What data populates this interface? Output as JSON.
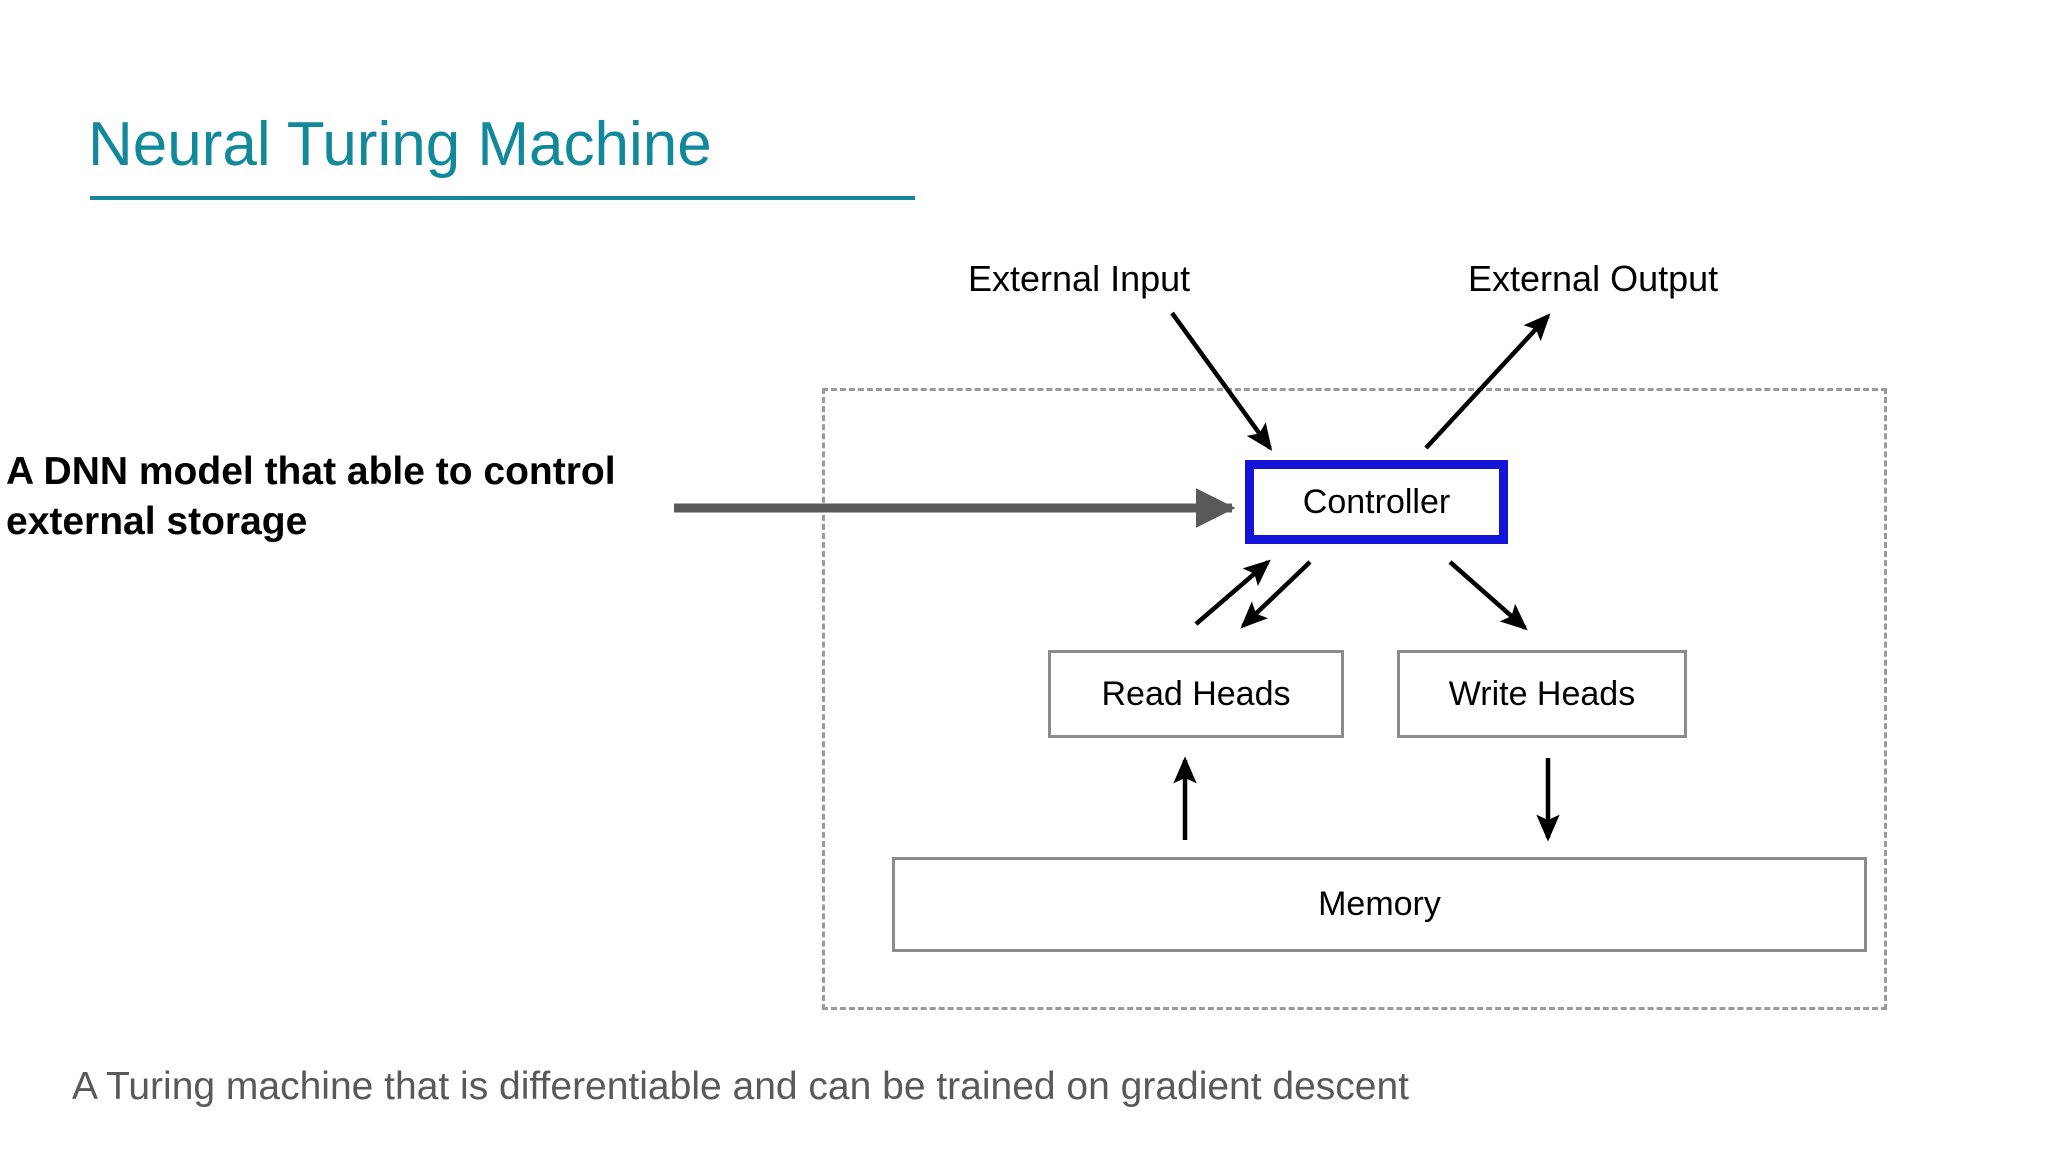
{
  "slide": {
    "title": "Neural Turing Machine",
    "title_color": "#11899b",
    "callout": "A DNN model that able to control external storage",
    "caption": "A Turing machine that is differentiable and can be trained on gradient descent",
    "caption_color": "#595959"
  },
  "diagram": {
    "boundary_style": "dashed",
    "boundary_color": "#9a9a9a",
    "external_labels": {
      "input": "External Input",
      "output": "External Output"
    },
    "nodes": [
      {
        "id": "controller",
        "label": "Controller",
        "border_color": "#1414d8"
      },
      {
        "id": "read_heads",
        "label": "Read Heads",
        "border_color": "#8c8c8c"
      },
      {
        "id": "write_heads",
        "label": "Write Heads",
        "border_color": "#8c8c8c"
      },
      {
        "id": "memory",
        "label": "Memory",
        "border_color": "#8c8c8c"
      }
    ],
    "edges": [
      {
        "from": "external_input",
        "to": "controller",
        "direction": "in"
      },
      {
        "from": "controller",
        "to": "external_output",
        "direction": "out"
      },
      {
        "from": "read_heads",
        "to": "controller",
        "direction": "up"
      },
      {
        "from": "controller",
        "to": "read_heads",
        "direction": "down"
      },
      {
        "from": "controller",
        "to": "write_heads",
        "direction": "down"
      },
      {
        "from": "memory",
        "to": "read_heads",
        "direction": "up"
      },
      {
        "from": "write_heads",
        "to": "memory",
        "direction": "down"
      },
      {
        "from": "callout",
        "to": "controller",
        "direction": "right",
        "color": "#595959"
      }
    ]
  }
}
